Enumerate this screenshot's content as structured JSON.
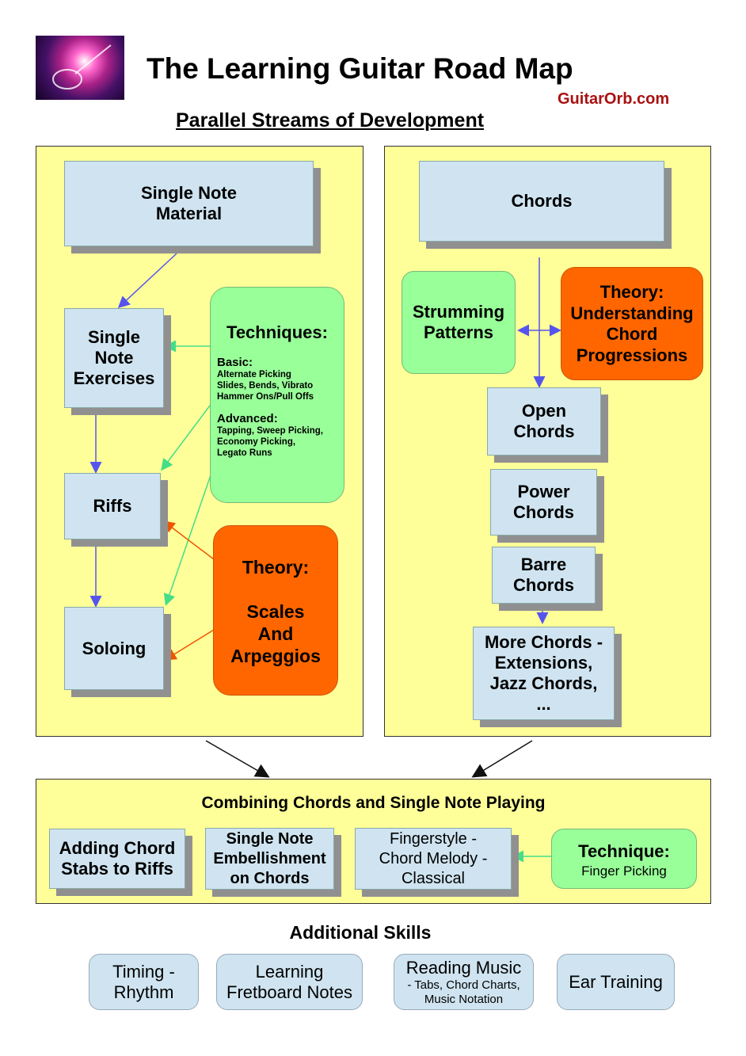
{
  "header": {
    "title": "The Learning Guitar Road Map",
    "site": "GuitarOrb.com",
    "subtitle": "Parallel Streams of Development"
  },
  "left_stream": {
    "single_note_material": "Single Note\nMaterial",
    "single_note_exercises": "Single\nNote\nExercises",
    "riffs": "Riffs",
    "soloing": "Soloing",
    "techniques": {
      "title": "Techniques:",
      "basic_label": "Basic:",
      "basic_items": "Alternate Picking\nSlides, Bends, Vibrato\nHammer Ons/Pull Offs",
      "advanced_label": "Advanced:",
      "advanced_items": "Tapping, Sweep Picking,\nEconomy Picking,\nLegato Runs"
    },
    "theory": {
      "title": "Theory:",
      "body": "Scales\nAnd\nArpeggios"
    }
  },
  "right_stream": {
    "chords": "Chords",
    "strumming": "Strumming\nPatterns",
    "theory": "Theory:\nUnderstanding\nChord\nProgressions",
    "open_chords": "Open\nChords",
    "power_chords": "Power\nChords",
    "barre_chords": "Barre\nChords",
    "more_chords": "More Chords -\nExtensions,\nJazz Chords,\n..."
  },
  "combining": {
    "title": "Combining Chords and Single Note Playing",
    "stabs": "Adding Chord\nStabs to Riffs",
    "embellishment": "Single Note\nEmbellishment\non Chords",
    "fingerstyle": "Fingerstyle -\nChord Melody -\nClassical",
    "technique_title": "Technique:",
    "technique_body": "Finger Picking"
  },
  "additional": {
    "title": "Additional Skills",
    "timing": "Timing -\nRhythm",
    "fretboard": "Learning\nFretboard Notes",
    "reading_title": "Reading Music",
    "reading_sub": "- Tabs, Chord Charts,\nMusic Notation",
    "ear": "Ear Training"
  },
  "colors": {
    "panel": "#ffff99",
    "box": "#cfe4f0",
    "green": "#99ff99",
    "orange": "#ff6600",
    "arrow_blue": "#5555ee",
    "arrow_green": "#44dd88",
    "arrow_orange": "#ee5500",
    "site_red": "#aa1111"
  },
  "icons": [
    "guitar-logo-icon"
  ]
}
